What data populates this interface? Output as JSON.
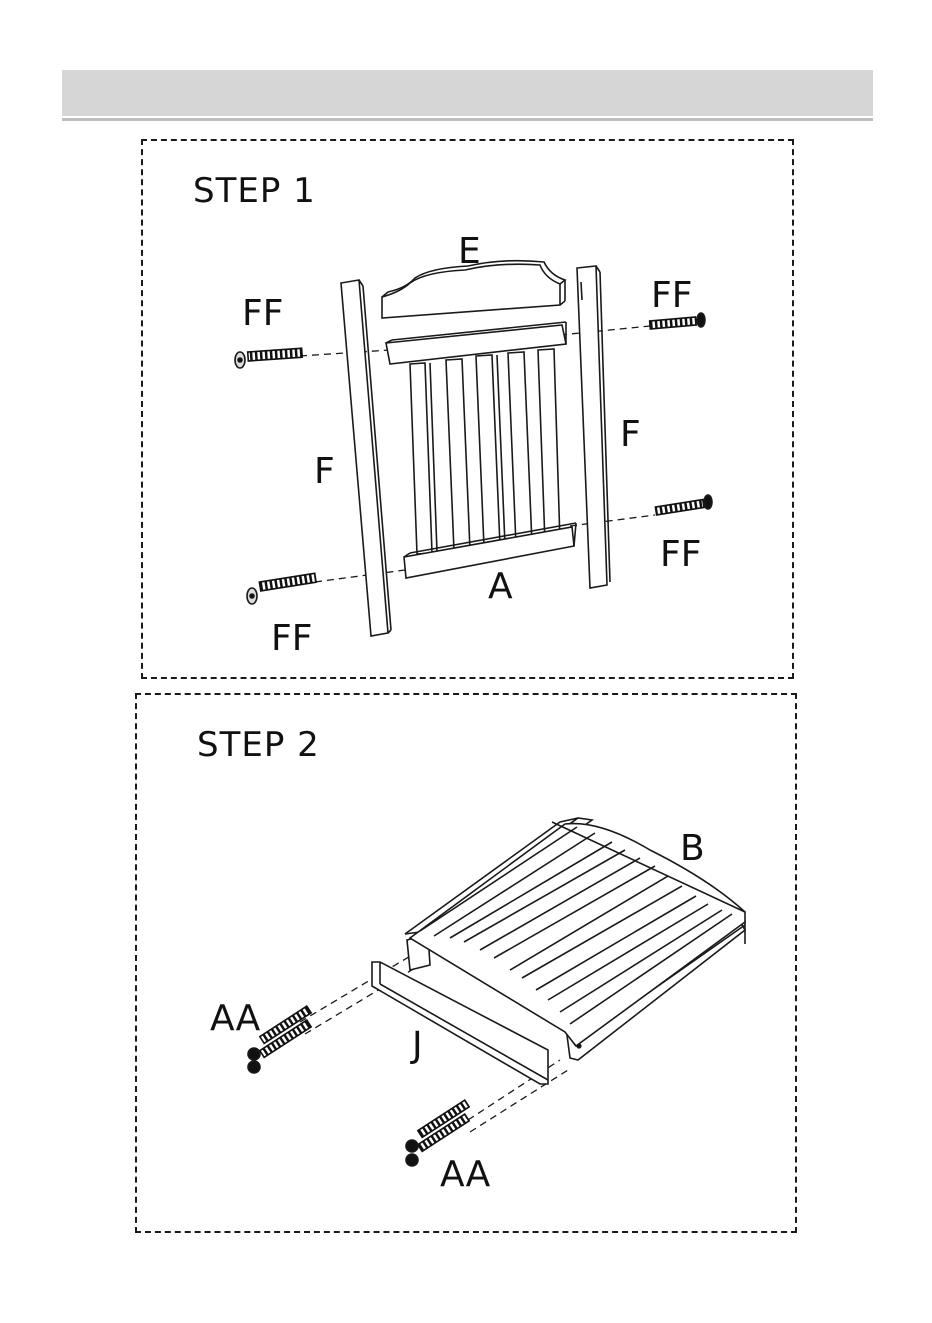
{
  "step1": {
    "title": "STEP 1",
    "labels": {
      "part_e": "E",
      "part_a": "A",
      "part_f_left": "F",
      "part_f_right": "F",
      "screw_top_left": "FF",
      "screw_top_right": "FF",
      "screw_bottom_left": "FF",
      "screw_bottom_right": "FF"
    }
  },
  "step2": {
    "title": "STEP 2",
    "labels": {
      "part_b": "B",
      "part_j": "J",
      "screw_left": "AA",
      "screw_bottom": "AA"
    }
  }
}
